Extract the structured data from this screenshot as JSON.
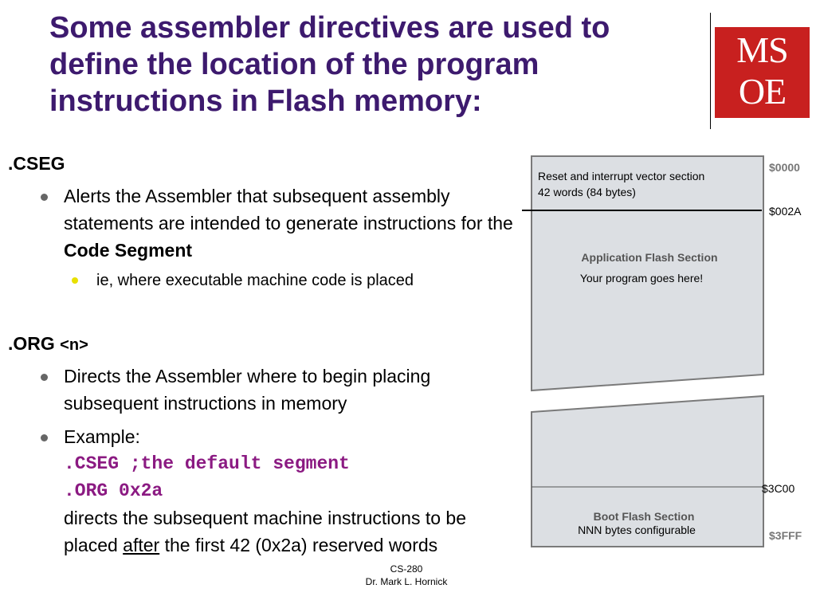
{
  "title": "Some assembler directives are used to define the location of the program instructions in Flash memory:",
  "logo": {
    "line1": "MS",
    "line2": "OE"
  },
  "cseg": {
    "heading": ".CSEG",
    "bullet1_pre": "Alerts the Assembler that subsequent assembly statements are intended to generate instructions for the ",
    "bullet1_bold": "Code Segment",
    "sub1": "ie, where executable machine code is placed"
  },
  "org": {
    "heading": ".ORG",
    "heading_arg": "<n>",
    "bullet1": "Directs the Assembler where to begin placing subsequent instructions in memory",
    "bullet2_label": "Example:",
    "code1": ".CSEG ;the default segment",
    "code2": ".ORG 0x2a",
    "desc_pre": "directs the subsequent machine instructions to be placed ",
    "desc_underline": "after",
    "desc_post": " the first 42 (0x2a) reserved words"
  },
  "diagram": {
    "vector_line1": "Reset and interrupt vector section",
    "vector_line2": "42 words (84 bytes)",
    "addr_0000": "$0000",
    "addr_002a": "$002A",
    "app_section": "Application Flash Section",
    "app_note": "Your program goes here!",
    "addr_3c00": "$3C00",
    "boot_section": "Boot Flash Section",
    "boot_note": "NNN bytes configurable",
    "addr_3fff": "$3FFF"
  },
  "footer": {
    "course": "CS-280",
    "author": "Dr. Mark L. Hornick"
  }
}
